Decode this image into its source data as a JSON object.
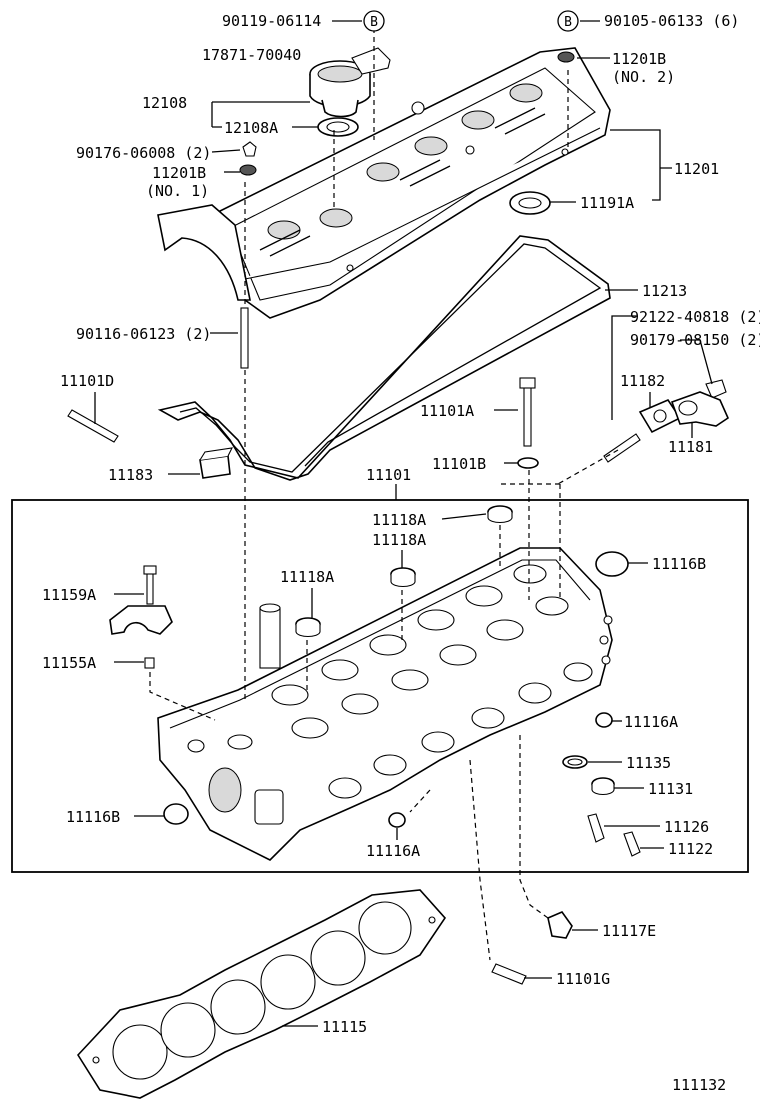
{
  "labels": {
    "p90119": "90119-06114",
    "p90105": "90105-06133 (6)",
    "marker_b1": "B",
    "marker_b2": "B",
    "p17871": "17871-70040",
    "p11201b_top": "11201B",
    "p11201b_no2": "(NO. 2)",
    "p12108": "12108",
    "p12108a": "12108A",
    "p90176": "90176-06008 (2)",
    "p11201b_left": "11201B",
    "p11201b_no1": "(NO. 1)",
    "p11201": "11201",
    "p11191a": "11191A",
    "p11213": "11213",
    "p90116": "90116-06123 (2)",
    "p92122": "92122-40818 (2)",
    "p90179": "90179-08150 (2)",
    "p11101d": "11101D",
    "p11182": "11182",
    "p11101a": "11101A",
    "p11181": "11181",
    "p11101b": "11101B",
    "p11183": "11183",
    "p11101": "11101",
    "p11118a_1": "11118A",
    "p11118a_2": "11118A",
    "p11118a_3": "11118A",
    "p11116b_right": "11116B",
    "p11159a": "11159A",
    "p11155a": "11155A",
    "p11116a_right": "11116A",
    "p11135": "11135",
    "p11131": "11131",
    "p11116b_left": "11116B",
    "p11126": "11126",
    "p11122": "11122",
    "p11116a_bottom": "11116A",
    "p11117e": "11117E",
    "p11101g": "11101G",
    "p11115": "11115",
    "figure_code": "111132"
  }
}
